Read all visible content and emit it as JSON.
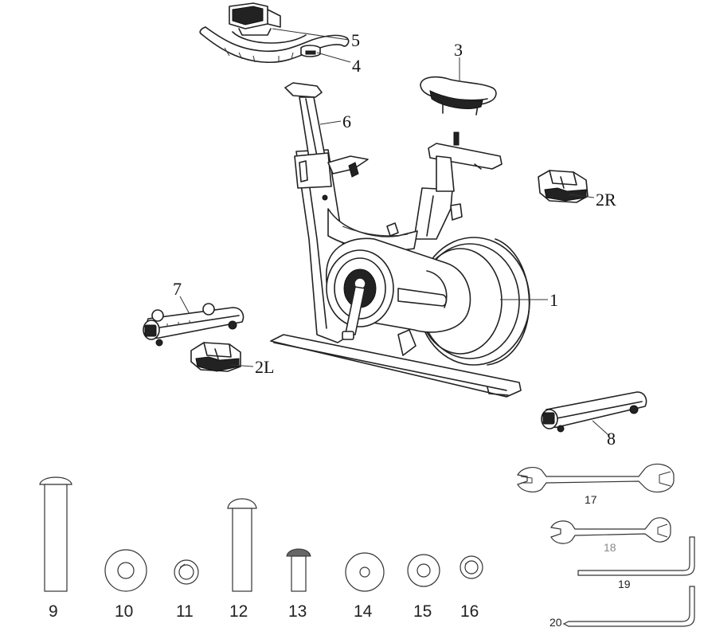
{
  "part_labels": {
    "p1": "1",
    "p2L": "2L",
    "p2R": "2R",
    "p3": "3",
    "p4": "4",
    "p5": "5",
    "p6": "6",
    "p7": "7",
    "p8": "8"
  },
  "hardware_labels": {
    "h9": "9",
    "h10": "10",
    "h11": "11",
    "h12": "12",
    "h13": "13",
    "h14": "14",
    "h15": "15",
    "h16": "16"
  },
  "tool_labels": {
    "t17": "17",
    "t18": "18",
    "t19": "19",
    "t20": "20"
  }
}
